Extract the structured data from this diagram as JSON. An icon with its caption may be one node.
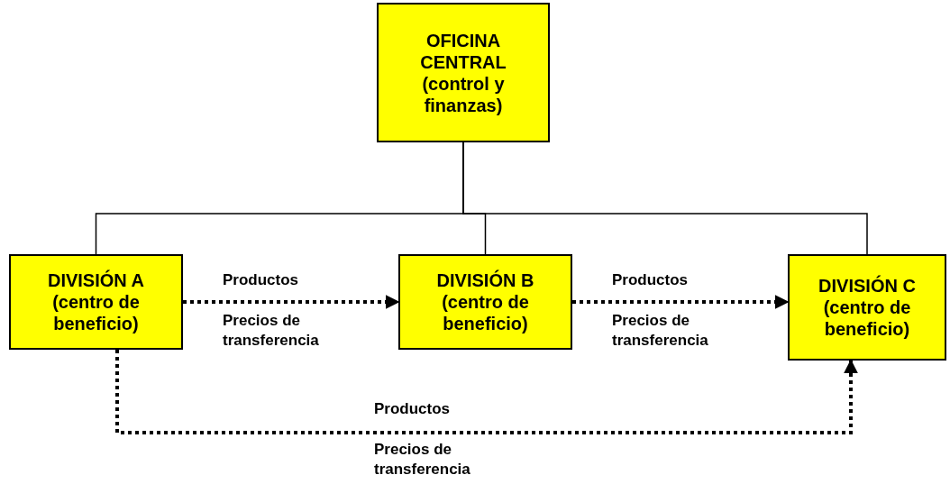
{
  "diagram": {
    "nodes": [
      {
        "text": [
          "OFICINA CENTRAL (control y finanzas)"
        ]
      },
      {
        "text": [
          "DIVISIÓN A (centro de beneficio)"
        ]
      },
      {
        "text": [
          "DIVISIÓN B (centro de beneficio)"
        ]
      },
      {
        "text": [
          "DIVISIÓN C (centro de beneficio)"
        ]
      }
    ],
    "edges": [
      {
        "from": 0,
        "to": 1,
        "arrow": "none"
      },
      {
        "from": 0,
        "to": 2,
        "arrow": "none"
      },
      {
        "from": 0,
        "to": 3,
        "arrow": "none"
      },
      {
        "from": 1,
        "to": 2,
        "arrow": "to",
        "label": "Productos",
        "style": "dashed"
      },
      {
        "from": 2,
        "to": 3,
        "arrow": "to",
        "label": "Productos",
        "style": "dashed"
      },
      {
        "from": 1,
        "to": 3,
        "arrow": "to",
        "label": "Productos",
        "style": "dashed"
      }
    ],
    "labels": [
      "Precios de transferencia",
      "Precios de transferencia",
      "Precios de transferencia"
    ]
  }
}
